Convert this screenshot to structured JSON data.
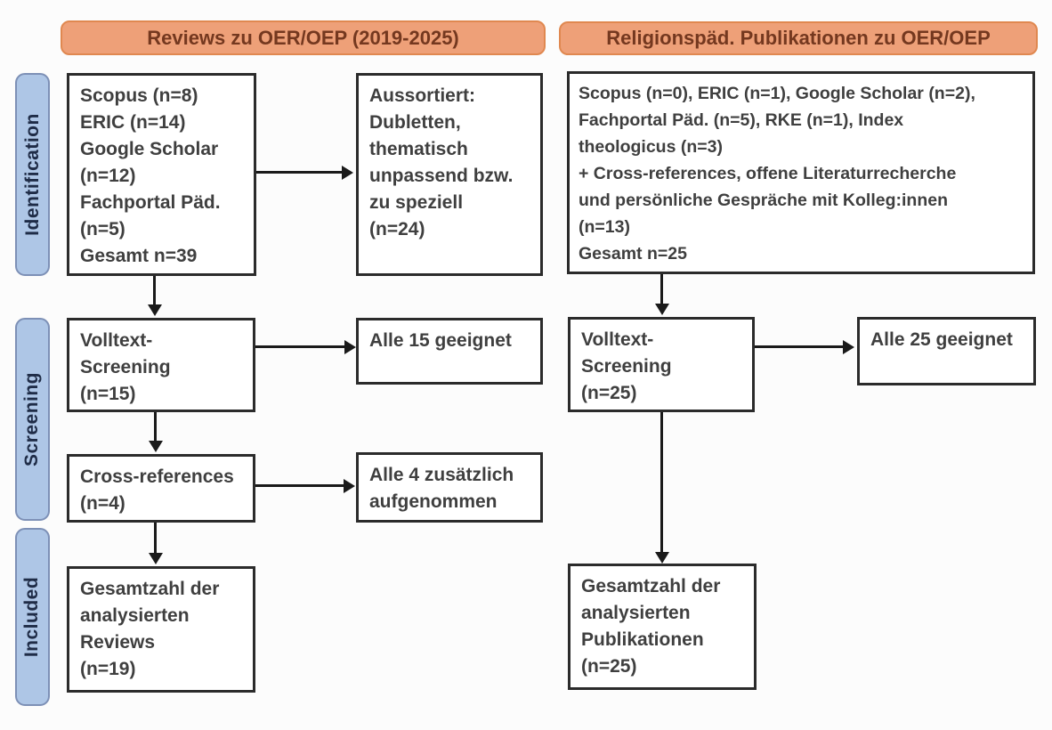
{
  "headers": {
    "left": "Reviews zu OER/OEP (2019-2025)",
    "right": "Religionspäd. Publikationen zu OER/OEP"
  },
  "stages": {
    "identification": "Identification",
    "screening": "Screening",
    "included": "Included"
  },
  "nodes": {
    "left_sources": "Scopus (n=8)\nERIC (n=14)\nGoogle Scholar\n(n=12)\nFachportal Päd.\n(n=5)\nGesamt n=39",
    "left_excluded": "Aussortiert:\nDubletten,\nthematisch\nunpassend bzw.\nzu speziell\n(n=24)",
    "left_fulltext": "Volltext-\nScreening\n(n=15)",
    "left_fulltext_result": "Alle 15 geeignet",
    "left_crossref": "Cross-references\n(n=4)",
    "left_crossref_result": "Alle 4 zusätzlich\naufgenommen",
    "left_included_total": "Gesamtzahl der\nanalysierten\nReviews\n(n=19)",
    "right_sources": "Scopus (n=0), ERIC (n=1), Google Scholar (n=2),\nFachportal Päd. (n=5), RKE (n=1), Index\ntheologicus (n=3)\n+ Cross-references, offene Literaturrecherche\nund persönliche Gespräche mit Kolleg:innen\n(n=13)\nGesamt n=25",
    "right_fulltext": "Volltext-\nScreening\n(n=25)",
    "right_fulltext_result": "Alle 25 geeignet",
    "right_included_total": "Gesamtzahl der\nanalysierten\nPublikationen\n(n=25)"
  },
  "colors": {
    "header_fill": "#EEA078",
    "header_border": "#E08850",
    "header_text": "#74381F",
    "stage_fill": "#AEC6E6",
    "stage_border": "#7D90B6",
    "stage_text": "#1F2C47",
    "box_border": "#2B2B2B",
    "box_text": "#3F3F3F",
    "arrow": "#1A1A1A",
    "background": "#FCFCFC"
  }
}
